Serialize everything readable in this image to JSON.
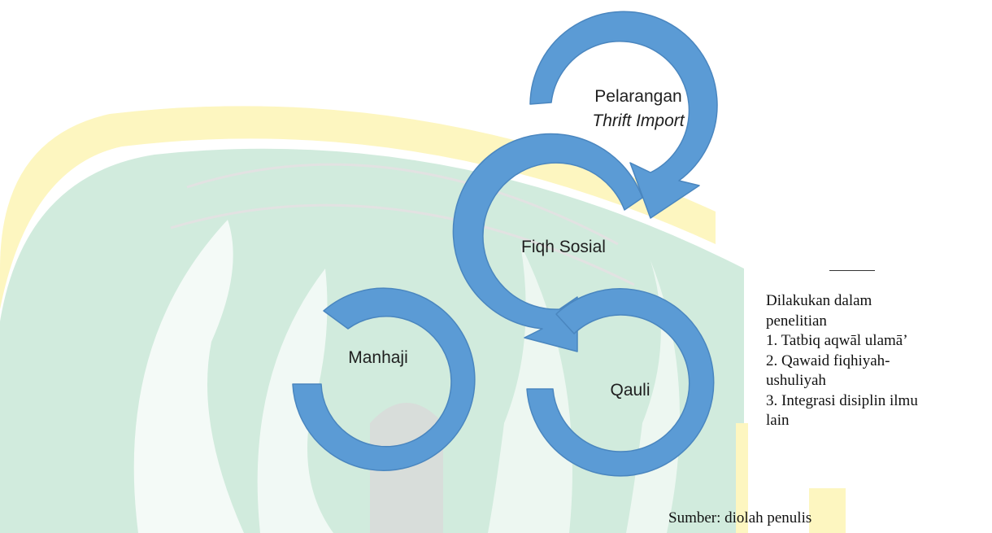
{
  "nodes": {
    "top": {
      "line1": "Pelarangan",
      "line2": "Thrift Import"
    },
    "middle": {
      "label": "Fiqh Sosial"
    },
    "left": {
      "label": "Manhaji"
    },
    "right": {
      "label": "Qauli"
    }
  },
  "notes": {
    "heading_line1": "Dilakukan dalam",
    "heading_line2": "penelitian",
    "item1": "1. Tatbiq aqwāl ulamā’",
    "item2_line1": "2. Qawaid fiqhiyah-",
    "item2_line2": "ushuliyah",
    "item3_line1": "3. Integrasi disiplin ilmu",
    "item3_line2": "lain"
  },
  "source": "Sumber: diolah penulis",
  "colors": {
    "arrow_fill": "#5b9bd5",
    "arrow_stroke": "#4a86bf",
    "watermark_green": "#c9e8d7",
    "watermark_yellow": "#fdf6c0",
    "watermark_line": "#e2e2e2"
  }
}
